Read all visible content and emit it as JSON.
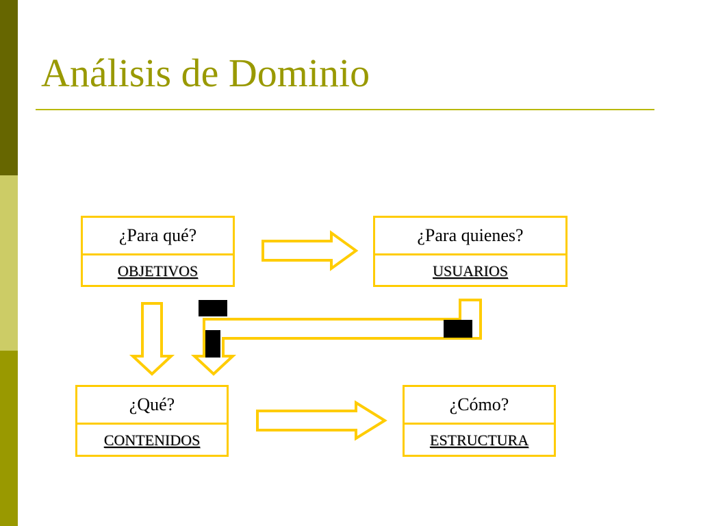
{
  "slide": {
    "title": "Análisis de Dominio"
  },
  "boxes": {
    "purpose": {
      "question": "¿Para qué?",
      "answer": "OBJETIVOS"
    },
    "users": {
      "question": "¿Para quienes?",
      "answer": "USUARIOS"
    },
    "content": {
      "question": "¿Qué?",
      "answer": "CONTENIDOS"
    },
    "structure": {
      "question": "¿Cómo?",
      "answer": "ESTRUCTURA"
    }
  },
  "colors": {
    "accent": "#ffcc00",
    "title": "#999900",
    "sidebar_dark": "#666600",
    "sidebar_light": "#cccc66",
    "sidebar_mid": "#999900"
  }
}
